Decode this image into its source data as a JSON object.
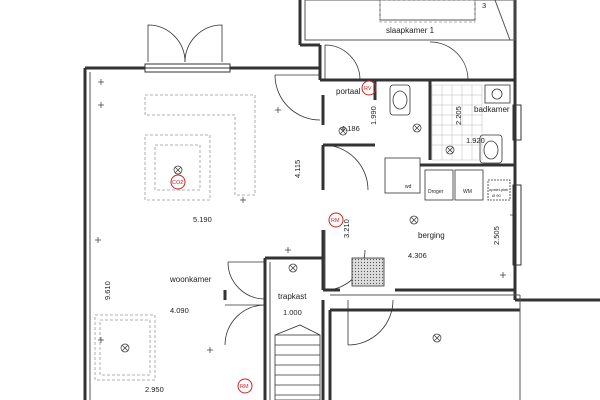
{
  "rooms": {
    "slaapkamer": "slaapkamer 1",
    "portaal": "portaal",
    "badkamer": "badkamer",
    "woonkamer": "woonkamer",
    "berging": "berging",
    "trapkast": "trapkast"
  },
  "dimensions": {
    "d_4186": "4.186",
    "d_1990": "1.990",
    "d_2205": "2.205",
    "d_1920": "1.920",
    "d_4115": "4.115",
    "d_5190": "5.190",
    "d_3210": "3.210",
    "d_2505": "2.505",
    "d_4306": "4.306",
    "d_9610": "9.610",
    "d_4090": "4.090",
    "d_1000": "1.000",
    "d_2950": "2.950",
    "d_3": "3"
  },
  "symbols": {
    "co2": "CO2",
    "rv": "RV",
    "rm": "RM",
    "wm": "WM",
    "droger": "Droger",
    "wd": "wd",
    "opstel": "opstel-plek",
    "opstel_size": "Ø 90"
  },
  "colors": {
    "wall": "#333333",
    "symbol_red": "#cc2222",
    "furniture": "#999999"
  }
}
